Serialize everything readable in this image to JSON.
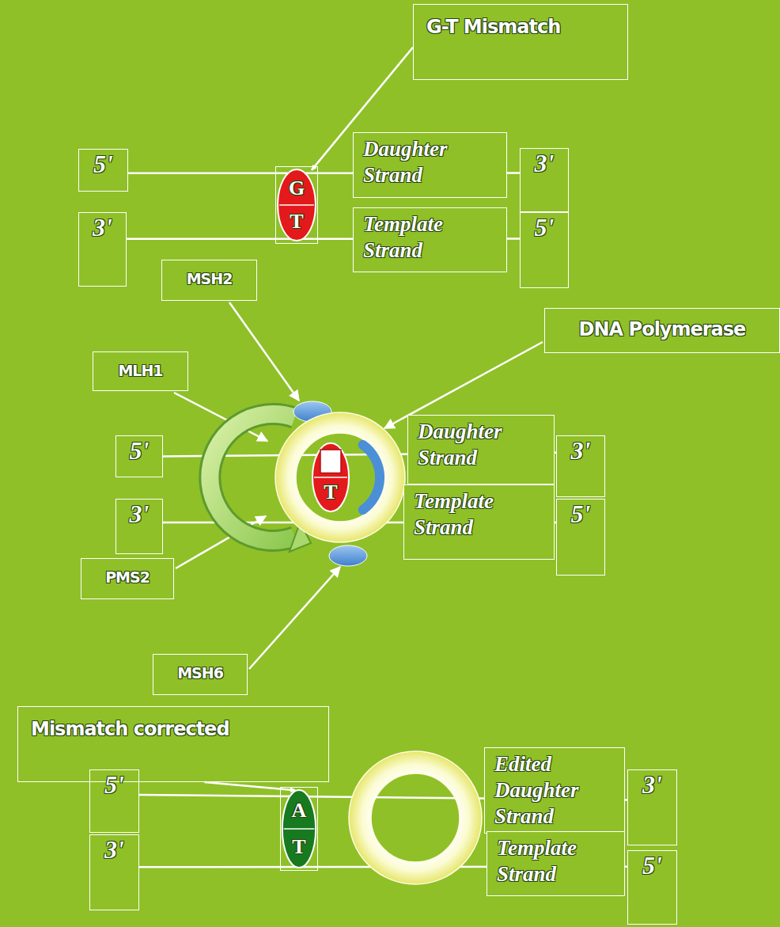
{
  "diagram": {
    "nodes": [
      {
        "text": [
          "G-T Mismatch"
        ]
      },
      {
        "text": [
          "5'"
        ]
      },
      {
        "text": [
          "G",
          "T"
        ]
      },
      {
        "text": [
          "Daughter Strand"
        ]
      },
      {
        "text": [
          "3'"
        ]
      },
      {
        "text": [
          "3'"
        ]
      },
      {
        "text": [
          "Template Strand"
        ]
      },
      {
        "text": [
          "5'"
        ]
      },
      {
        "text": [
          "MSH2"
        ]
      },
      {
        "text": [
          "DNA Polymerase"
        ]
      },
      {
        "text": [
          "MLH1"
        ]
      },
      {
        "text": [
          "5'"
        ]
      },
      {
        "text": [
          "T"
        ]
      },
      {
        "text": [
          "Daughter Strand"
        ]
      },
      {
        "text": [
          "3'"
        ]
      },
      {
        "text": [
          "3'"
        ]
      },
      {
        "text": [
          "Template Strand"
        ]
      },
      {
        "text": [
          "5'"
        ]
      },
      {
        "text": [
          "PMS2"
        ]
      },
      {
        "text": [
          "MSH6"
        ]
      },
      {
        "text": [
          "Mismatch corrected"
        ]
      },
      {
        "text": [
          "5'"
        ]
      },
      {
        "text": [
          "A",
          "T"
        ]
      },
      {
        "text": [
          "Edited Daughter Strand"
        ]
      },
      {
        "text": [
          "3'"
        ]
      },
      {
        "text": [
          "3'"
        ]
      },
      {
        "text": [
          "Template Strand"
        ]
      },
      {
        "text": [
          "5'"
        ]
      }
    ],
    "edges": [
      {
        "from": 0,
        "to": 2,
        "arrow": "to"
      },
      {
        "from": 1,
        "to": 4,
        "arrow": "none"
      },
      {
        "from": 5,
        "to": 7,
        "arrow": "none"
      },
      {
        "from": 11,
        "to": 14,
        "arrow": "none"
      },
      {
        "from": 15,
        "to": 17,
        "arrow": "none"
      },
      {
        "from": 20,
        "to": 22,
        "arrow": "to"
      },
      {
        "from": 21,
        "to": 24,
        "arrow": "none"
      },
      {
        "from": 25,
        "to": 27,
        "arrow": "none"
      }
    ]
  }
}
